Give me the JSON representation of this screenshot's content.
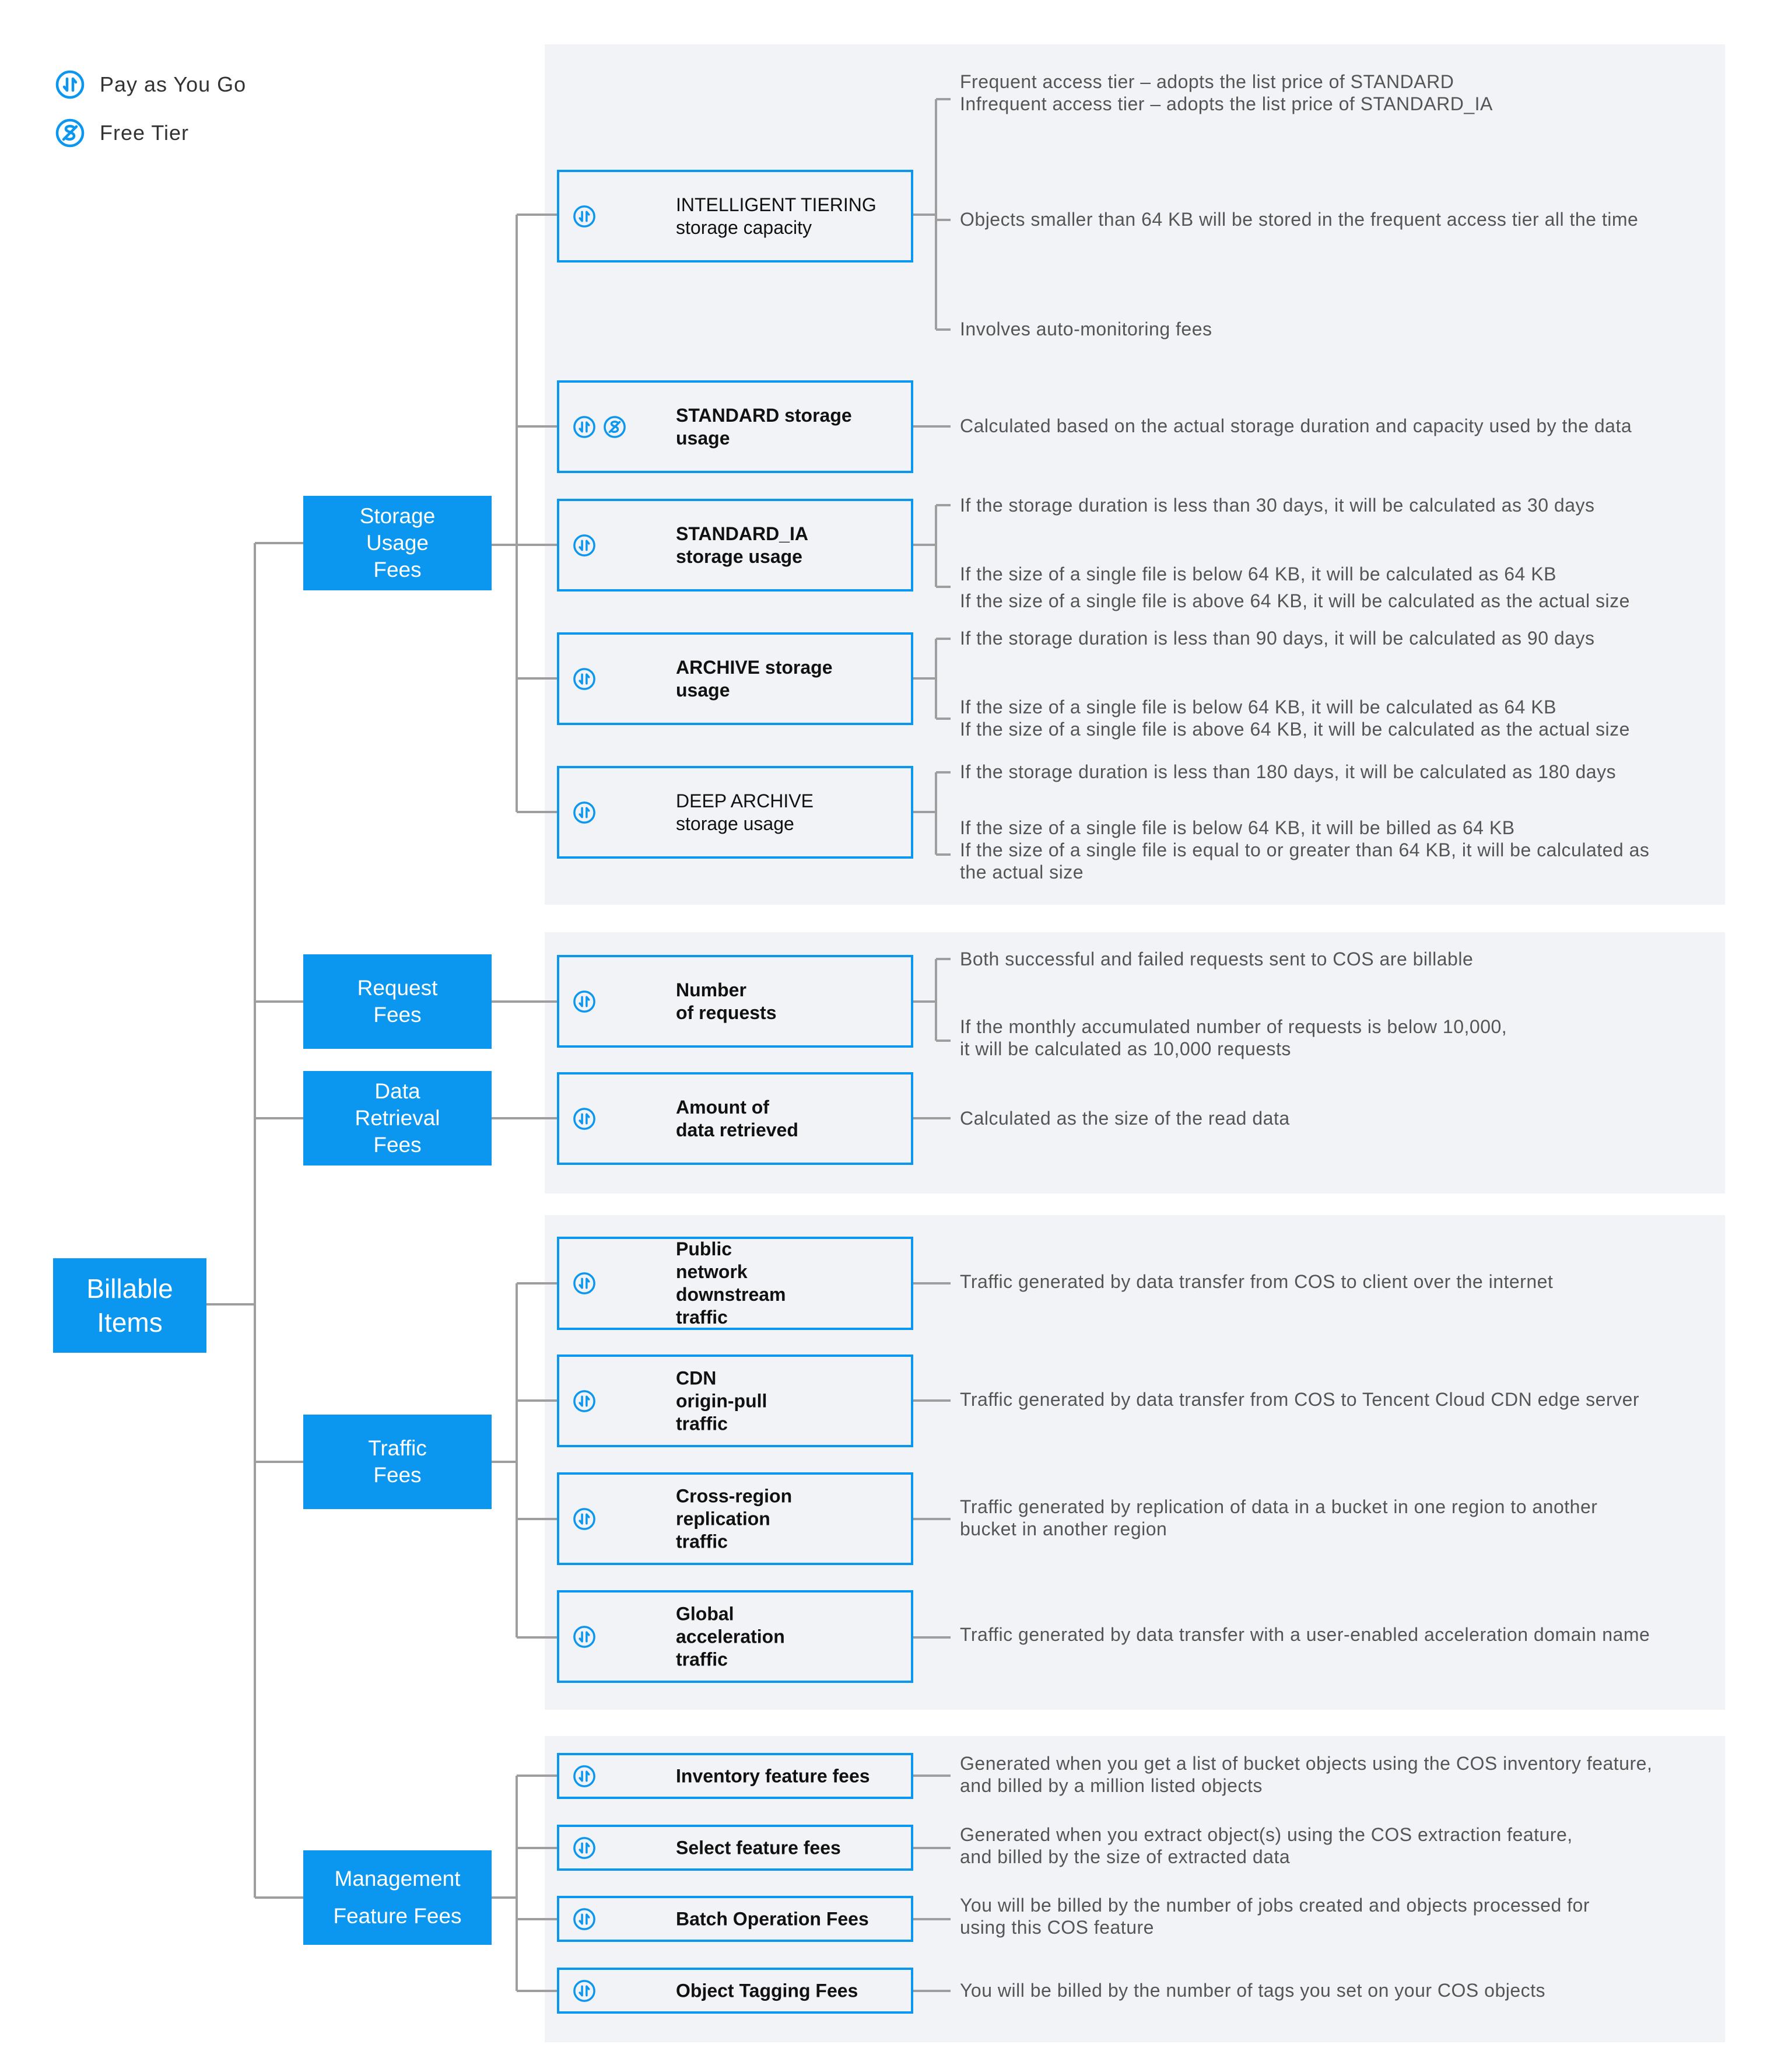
{
  "legend": {
    "pay_as_you_go": "Pay as You Go",
    "free_tier": "Free Tier"
  },
  "colors": {
    "accent": "#0b96f0",
    "panel": "#f2f3f6",
    "line": "#9e9e9e",
    "text": "#555555"
  },
  "root": {
    "label": "Billable\nItems"
  },
  "categories": {
    "storage": "Storage\nUsage\nFees",
    "request": "Request\nFees",
    "retrieval": "Data\nRetrieval\nFees",
    "traffic": "Traffic\nFees",
    "management": "Management\nFeature Fees"
  },
  "items": {
    "intelligent": "INTELLIGENT TIERING\nstorage capacity",
    "standard": "STANDARD storage\nusage",
    "standard_ia": "STANDARD_IA\nstorage usage",
    "archive": "ARCHIVE storage\nusage",
    "deep_archive": "DEEP ARCHIVE\nstorage usage",
    "requests": "Number\nof requests",
    "retrieved": "Amount of\ndata retrieved",
    "public_traffic": "Public\nnetwork\ndownstream\ntraffic",
    "cdn_traffic": "CDN\norigin-pull\ntraffic",
    "crr_traffic": "Cross-region\nreplication\ntraffic",
    "global_traffic": "Global\nacceleration\ntraffic",
    "inventory": "Inventory feature fees",
    "select": "Select feature fees",
    "batch": "Batch Operation Fees",
    "tagging": "Object Tagging Fees"
  },
  "descriptions": {
    "intelligent_1": "Frequent access tier – adopts the list price of STANDARD\nInfrequent access tier – adopts the list price of STANDARD_IA",
    "intelligent_2": "Objects smaller than 64 KB will be stored in the frequent access tier all the time",
    "intelligent_3": "Involves auto-monitoring fees",
    "standard_1": "Calculated based on the actual storage duration and capacity used by the data",
    "standard_ia_1": "If the storage duration is less than 30 days, it will be calculated as 30 days",
    "standard_ia_2": "If the size of a single file is below 64 KB, it will be calculated as 64 KB\nIf the size of a single file is above 64 KB, it will be calculated as the actual size",
    "archive_1": "If the storage duration is less than 90 days, it will be calculated as 90 days",
    "archive_2": "If the size of a single file is below 64 KB, it will be calculated as 64 KB\nIf the size of a single file is above 64 KB, it will be calculated as the actual size",
    "deep_archive_1": "If the storage duration is less than 180 days, it will be calculated as 180 days",
    "deep_archive_2": "If the size of a single file is below 64 KB, it will be billed as 64 KB\nIf the size of a single file is equal to or greater than 64 KB, it will be calculated as\nthe actual size",
    "requests_1": "Both successful and failed requests sent to COS are billable",
    "requests_2": "If the monthly accumulated number of requests is below 10,000,\nit will be calculated as 10,000 requests",
    "retrieved_1": "Calculated as the size of the read data",
    "public_traffic_1": "Traffic generated by data transfer from COS to client over the internet",
    "cdn_traffic_1": "Traffic generated by data transfer from COS to Tencent Cloud CDN edge server",
    "crr_traffic_1": "Traffic generated by replication of data in a bucket in one region to another\nbucket in another region",
    "global_traffic_1": "Traffic generated by data transfer with a user-enabled acceleration domain name",
    "inventory_1": "Generated when you get a list of bucket objects using the COS inventory feature,\nand billed by a million listed objects",
    "select_1": "Generated when you extract object(s) using the COS extraction feature,\nand billed by the size of extracted data",
    "batch_1": "You will be billed by the number of jobs created and objects processed for\nusing this COS feature",
    "tagging_1": "You will be billed by the number of tags you set on your COS objects"
  }
}
